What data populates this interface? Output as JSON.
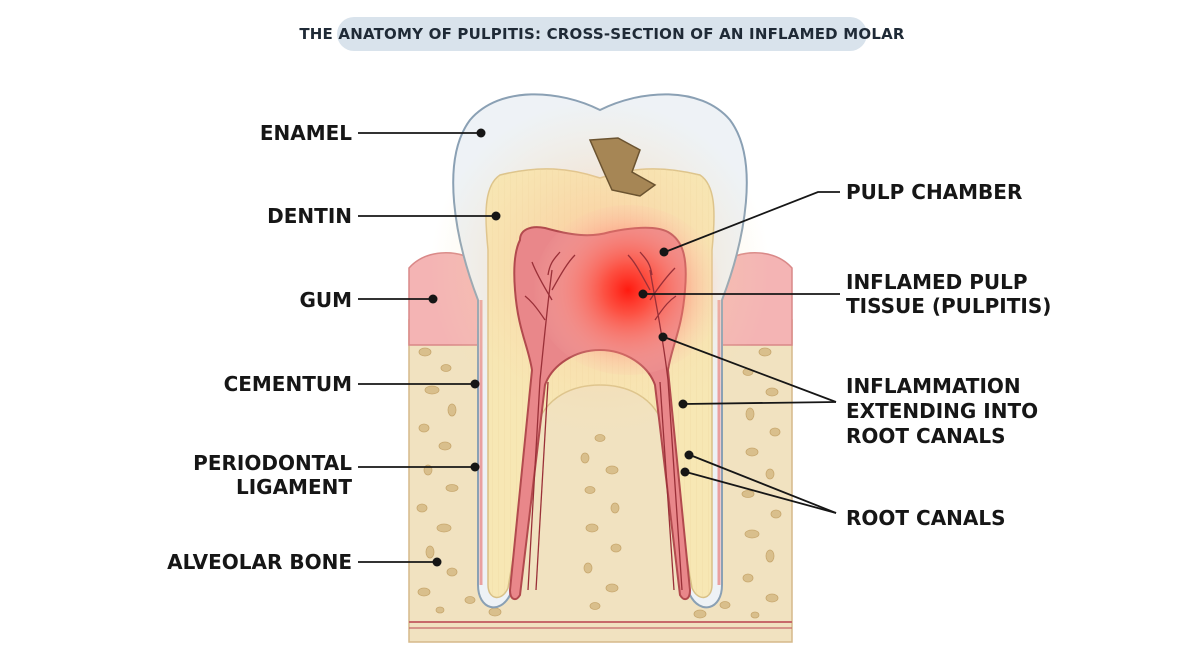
{
  "title": "THE ANATOMY OF PULPITIS: CROSS-SECTION OF AN INFLAMED MOLAR",
  "labels": {
    "enamel": "ENAMEL",
    "dentin": "DENTIN",
    "gum": "GUM",
    "cementum": "CEMENTUM",
    "periodontal_line1": "PERIODONTAL",
    "periodontal_line2": "LIGAMENT",
    "alveolar_bone": "ALVEOLAR BONE",
    "pulp_chamber": "PULP CHAMBER",
    "inflamed_line1": "INFLAMED PULP",
    "inflamed_line2": "TISSUE (PULPITIS)",
    "extending_line1": "INFLAMMATION",
    "extending_line2": "EXTENDING INTO",
    "extending_line3": "ROOT CANALS",
    "root_canals": "ROOT CANALS"
  },
  "colors": {
    "enamel": "#eef2f6",
    "dentin": "#f7e7b4",
    "pulp": "#e9878a",
    "inflammation": "#ff2a1a",
    "gum": "#f4b4b4",
    "bone": "#f1e2c0",
    "bone_spots": "#d9bf8c",
    "caries": "#a68655"
  }
}
